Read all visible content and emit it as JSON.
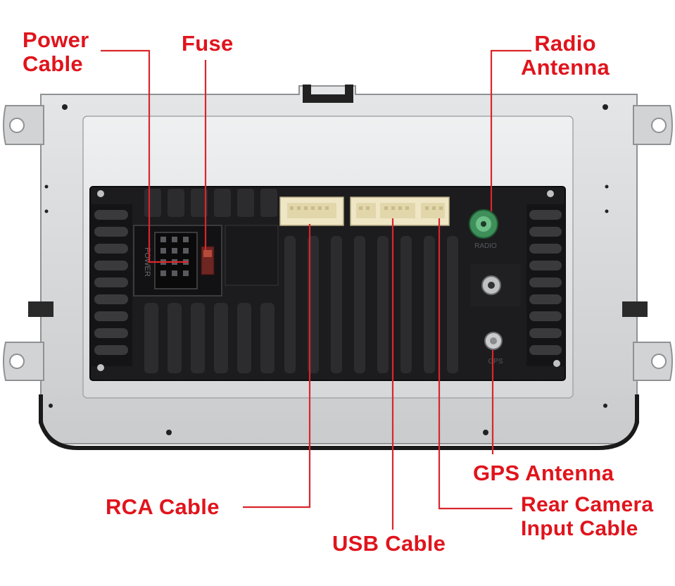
{
  "labels": {
    "power_cable": [
      "Power",
      "Cable"
    ],
    "fuse": "Fuse",
    "radio_antenna": [
      "Radio",
      "Antenna"
    ],
    "gps_antenna": "GPS Antenna",
    "rca_cable": "RCA Cable",
    "usb_cable": "USB Cable",
    "rear_camera": [
      "Rear Camera",
      "Input Cable"
    ]
  },
  "connector_markings": {
    "power": "POWER",
    "radio": "RADIO",
    "gps": "GPS"
  },
  "colors": {
    "label_red": "#e0141c",
    "leader_red": "#d9262c",
    "housing": "#1c1c1e",
    "chassis": "#d8dadc",
    "connector_white": "#efe6c6",
    "antenna_green": "#3f8f5b"
  }
}
